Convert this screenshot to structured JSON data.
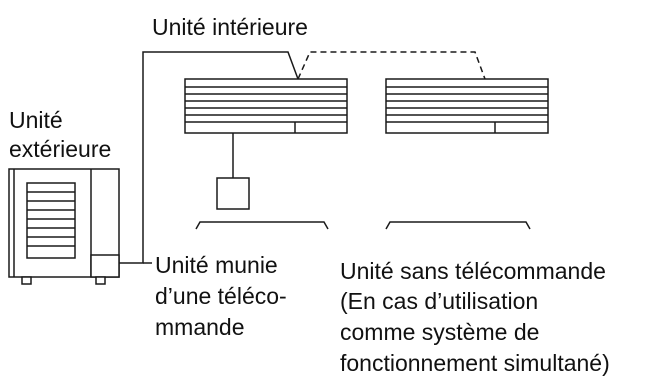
{
  "labels": {
    "indoor_unit": "Unité intérieure",
    "outdoor_unit_line1": "Unité",
    "outdoor_unit_line2": "extérieure",
    "with_remote_line1": "Unité munie",
    "with_remote_line2": "d’une téléco-",
    "with_remote_line3": "mmande",
    "without_remote_line1": "Unité sans télécommande",
    "without_remote_line2": "(En cas d’utilisation",
    "without_remote_line3": "comme système de",
    "without_remote_line4": "fonctionnement simultané)"
  },
  "colors": {
    "line": "#1a1a1a",
    "fill": "#ffffff",
    "text": "#111111"
  }
}
